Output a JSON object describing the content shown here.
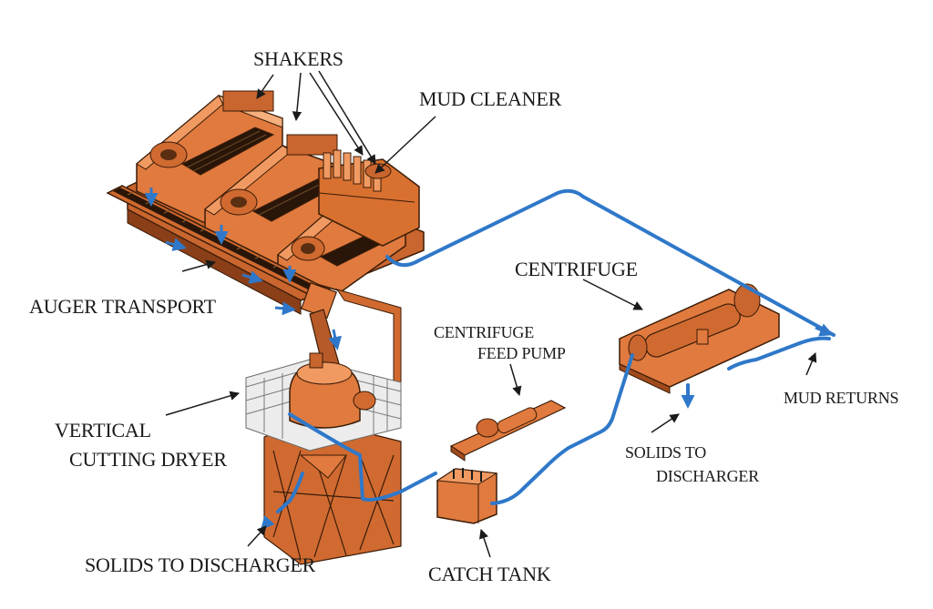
{
  "labels": {
    "shakers": "SHAKERS",
    "mud_cleaner": "MUD CLEANER",
    "centrifuge": "CENTRIFUGE",
    "auger_transport": "AUGER TRANSPORT",
    "centrifuge_feed_pump_line1": "CENTRIFUGE",
    "centrifuge_feed_pump_line2": "FEED PUMP",
    "mud_returns": "MUD RETURNS",
    "vertical_cutting_dryer_line1": "VERTICAL",
    "vertical_cutting_dryer_line2": "CUTTING DRYER",
    "solids_to_discharger_right_line1": "SOLIDS TO",
    "solids_to_discharger_right_line2": "DISCHARGER",
    "solids_to_discharger_left": "SOLIDS TO DISCHARGER",
    "catch_tank": "CATCH TANK"
  },
  "colors": {
    "equipment": "#e07a3e",
    "equipment_dark": "#5a2e12",
    "flow_line": "#2f78c9",
    "text": "#1a1a1a"
  },
  "icons": [
    "flow-arrow-icon",
    "leader-arrow-icon"
  ]
}
